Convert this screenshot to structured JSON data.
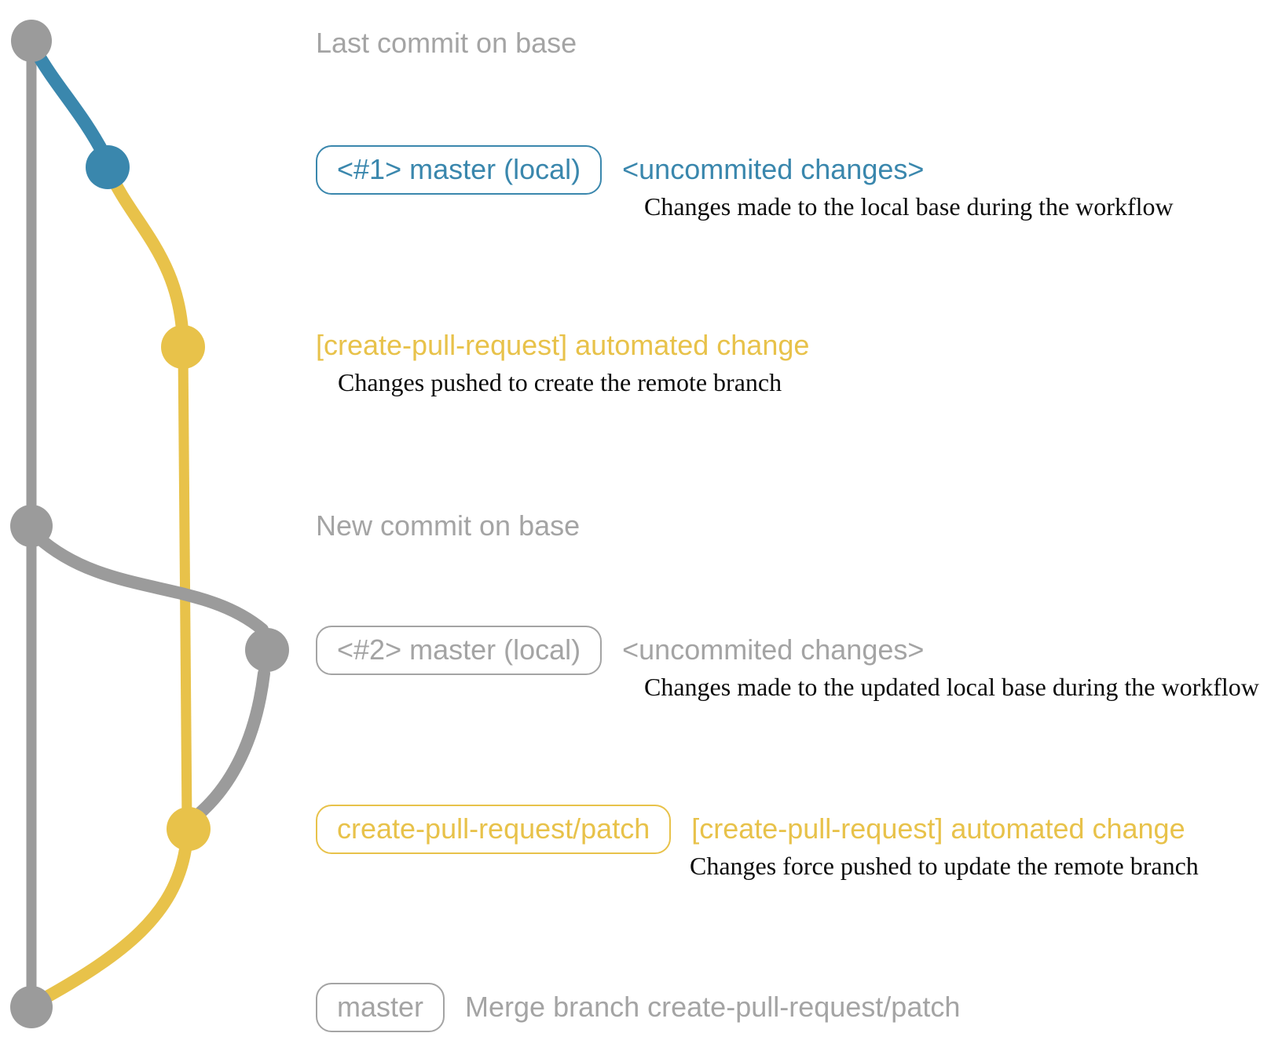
{
  "colors": {
    "gray": "#9b9b9b",
    "gray_text": "#a4a4a4",
    "blue": "#3a87ad",
    "yellow": "#e8c24a",
    "ink": "#0b0b0b"
  },
  "rows": [
    {
      "id": "last-commit-on-base",
      "message": "Last commit on base"
    },
    {
      "id": "local-commit-1",
      "badge": "<#1> master (local)",
      "message": "<uncommited changes>",
      "description": "Changes made to the local base during the workflow"
    },
    {
      "id": "patch-push-1",
      "message": "[create-pull-request] automated change",
      "description": "Changes pushed to create the remote branch"
    },
    {
      "id": "new-commit-on-base",
      "message": "New commit on base"
    },
    {
      "id": "local-commit-2",
      "badge": "<#2> master (local)",
      "message": "<uncommited changes>",
      "description": "Changes made to the updated local base during the workflow"
    },
    {
      "id": "patch-push-2",
      "badge": "create-pull-request/patch",
      "message": "[create-pull-request] automated change",
      "description": "Changes force pushed to update the remote branch"
    },
    {
      "id": "merge-commit",
      "badge": "master",
      "message": "Merge branch create-pull-request/patch"
    }
  ]
}
